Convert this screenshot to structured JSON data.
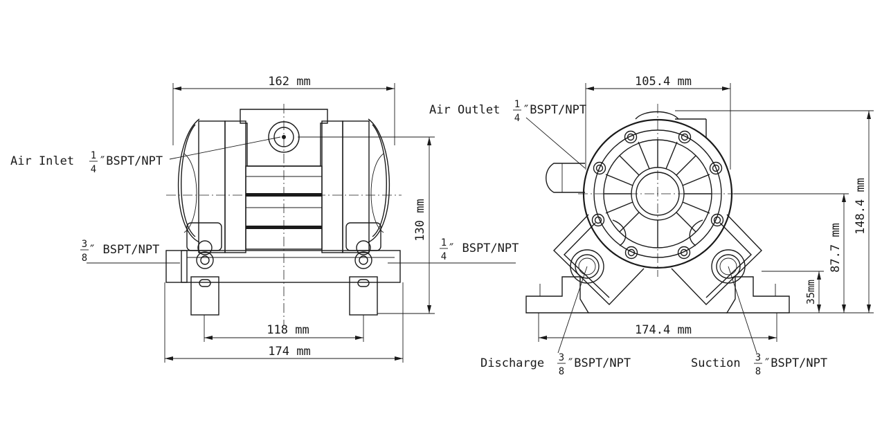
{
  "front_view": {
    "dim_top": "162 mm",
    "dim_height": "130 mm",
    "dim_inner_width": "118 mm",
    "dim_outer_width": "174 mm",
    "air_inlet": {
      "label": "Air Inlet",
      "frac_num": "1",
      "frac_den": "4",
      "thread": "″BSPT/NPT"
    },
    "left_port": {
      "frac_num": "3",
      "frac_den": "8",
      "thread": "″ BSPT/NPT"
    },
    "right_port": {
      "frac_num": "1",
      "frac_den": "4",
      "thread": "″ BSPT/NPT"
    }
  },
  "side_view": {
    "dim_top": "105.4 mm",
    "dim_bottom": "174.4 mm",
    "dim_total_height": "148.4 mm",
    "dim_center_height": "87.7 mm",
    "dim_base_height": "35mm",
    "air_outlet": {
      "label": "Air Outlet",
      "frac_num": "1",
      "frac_den": "4",
      "thread": "″BSPT/NPT"
    },
    "discharge": {
      "label": "Discharge",
      "frac_num": "3",
      "frac_den": "8",
      "thread": "″BSPT/NPT"
    },
    "suction": {
      "label": "Suction",
      "frac_num": "3",
      "frac_den": "8",
      "thread": "″BSPT/NPT"
    }
  },
  "colors": {
    "line": "#1a1a1a",
    "background": "#ffffff"
  }
}
